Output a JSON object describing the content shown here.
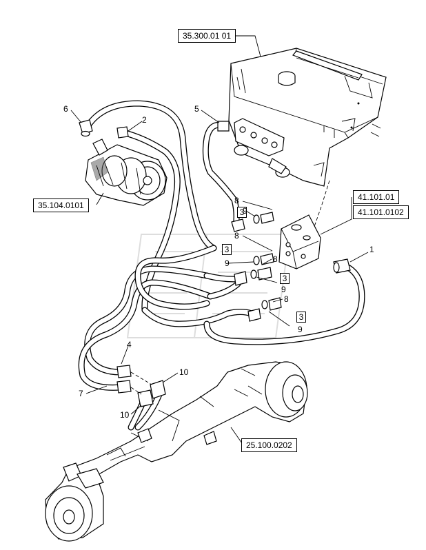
{
  "references": {
    "tank": "35.300.01 01",
    "pump": "35.104.0101",
    "valve_a": "41.101.01",
    "valve_b": "41.101.0102",
    "axle": "25.100.0202"
  },
  "callouts": {
    "c1": "1",
    "c2": "2",
    "c3a": "3",
    "c3b": "3",
    "c3c": "3",
    "c3d": "3",
    "c4": "4",
    "c5": "5",
    "c6": "6",
    "c7": "7",
    "c8a": "8",
    "c8b": "8",
    "c8c": "8",
    "c8d": "8",
    "c9a": "9",
    "c9b": "9",
    "c9c": "9",
    "c9d": "9",
    "c10a": "10",
    "c10b": "10"
  }
}
